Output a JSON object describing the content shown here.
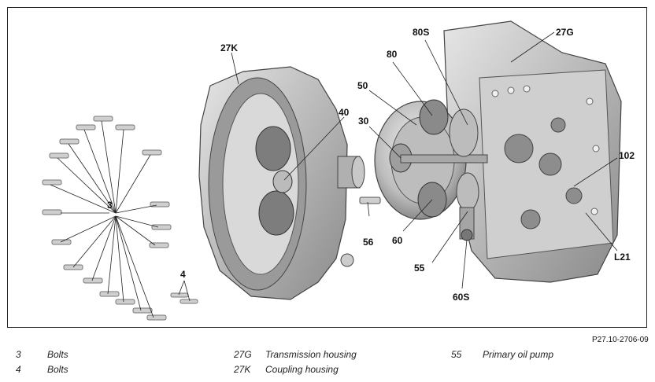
{
  "callouts": {
    "c3": "3",
    "c4": "4",
    "c27K": "27K",
    "c40": "40",
    "c30": "30",
    "c50": "50",
    "c80": "80",
    "c80S": "80S",
    "c27G": "27G",
    "c102": "102",
    "c56": "56",
    "c60": "60",
    "c55": "55",
    "c60S": "60S",
    "cL21": "L21"
  },
  "figure_ref": "P27.10-2706-09",
  "legend": [
    {
      "num": "3",
      "label": "Bolts"
    },
    {
      "num": "4",
      "label": "Bolts"
    },
    {
      "num": "27G",
      "label": "Transmission housing"
    },
    {
      "num": "27K",
      "label": "Coupling housing"
    },
    {
      "num": "55",
      "label": "Primary oil pump"
    }
  ]
}
